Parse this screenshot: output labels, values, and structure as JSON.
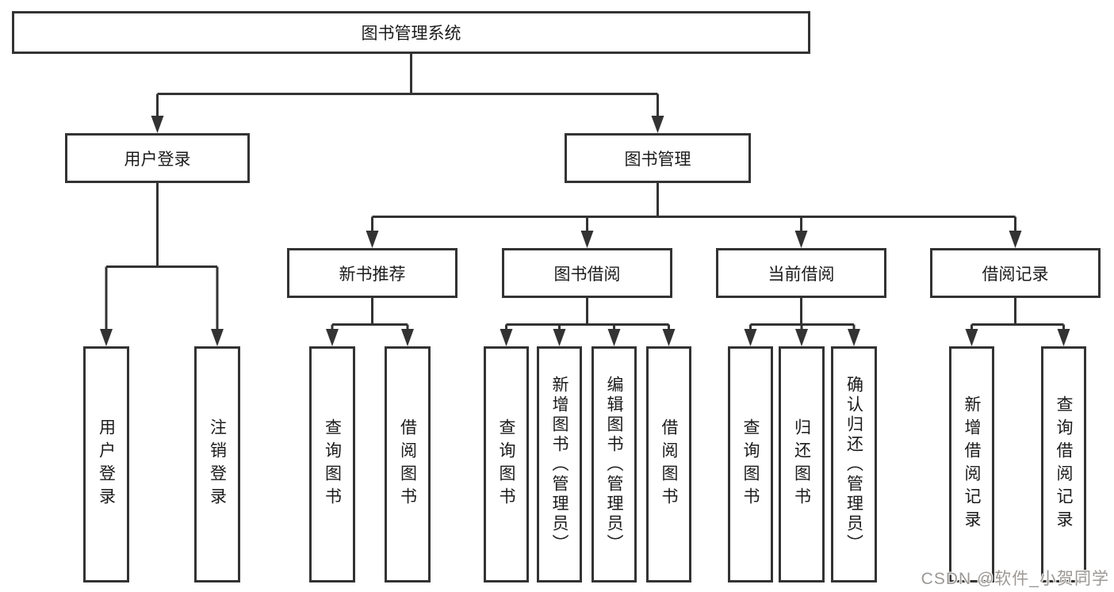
{
  "diagram": {
    "root": {
      "label": "图书管理系统"
    },
    "level2": [
      {
        "label": "用户登录"
      },
      {
        "label": "图书管理"
      }
    ],
    "level3": [
      {
        "label": "新书推荐"
      },
      {
        "label": "图书借阅"
      },
      {
        "label": "当前借阅"
      },
      {
        "label": "借阅记录"
      }
    ],
    "leaves": {
      "user_login": [
        "用户登录",
        "注销登录"
      ],
      "new_book_recommend": [
        "查询图书",
        "借阅图书"
      ],
      "book_borrow": [
        "查询图书",
        "新增图书（管理员）",
        "编辑图书（管理员）",
        "借阅图书"
      ],
      "current_borrow": [
        "查询图书",
        "归还图书",
        "确认归还（管理员）"
      ],
      "borrow_records": [
        "新增借阅记录",
        "查询借阅记录"
      ]
    }
  },
  "watermark": {
    "text": "CSDN @软件_小贺同学"
  },
  "colors": {
    "line": "#333333",
    "box_border": "#333333",
    "text": "#1b1b1b",
    "background": "#ffffff",
    "watermark": "#9c9895"
  }
}
